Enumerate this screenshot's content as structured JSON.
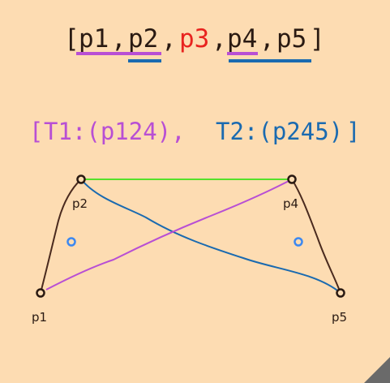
{
  "sequence": {
    "open": "[",
    "close": "]",
    "sep": ",",
    "tokens": [
      "p1",
      "p2",
      "p3",
      "p4",
      "p5"
    ]
  },
  "triangles_line": {
    "open": "[",
    "t1": "T1:(p124),",
    "t2": "T2:(p245)",
    "close": "]"
  },
  "points": {
    "p1": "p1",
    "p2": "p2",
    "p4": "p4",
    "p5": "p5"
  },
  "colors": {
    "background": "#fddcb2",
    "text_dark": "#2a1a12",
    "purple": "#b84fd4",
    "blue": "#1a6ab0",
    "red": "#e8231f",
    "green": "#55e12a",
    "brown": "#4a2a1e",
    "dot_blue": "#3c88f0",
    "corner": "#6a6a6a"
  }
}
